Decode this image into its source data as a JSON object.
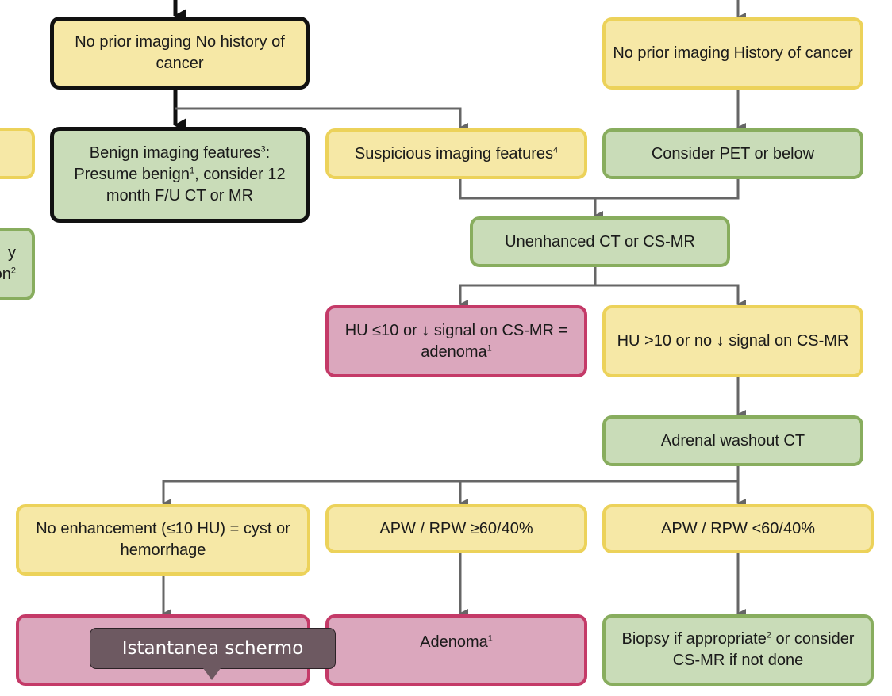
{
  "colors": {
    "yellow_fill": "#f6e8a6",
    "yellow_border": "#ecd25a",
    "green_fill": "#c9dcb8",
    "green_border": "#88ad5e",
    "pink_fill": "#dba7bd",
    "pink_border": "#c43a68",
    "connector": "#666666",
    "highlight_path": "#111111",
    "tooltip_fill": "#6d5961"
  },
  "nodes": {
    "no_prior_no_cancer": {
      "line1": "No prior imaging",
      "line2": "No history of cancer"
    },
    "no_prior_cancer": {
      "line1": "No prior imaging",
      "line2": "History of cancer"
    },
    "benign_features": {
      "line1_text": "Benign imaging features",
      "line1_sup": "3",
      "line1_after": ":",
      "line2_text": "Presume benign",
      "line2_sup": "1",
      "line2_after": ", consider 12",
      "line3": "month F/U CT or MR"
    },
    "suspicious_features": {
      "text": "Suspicious imaging features",
      "sup": "4"
    },
    "consider_pet": {
      "text": "Consider PET or below"
    },
    "unenhanced_ct": {
      "text": "Unenhanced CT or CS-MR"
    },
    "hu_le10": {
      "line1": "HU ≤10 or ↓ signal on",
      "line2_text": "CS-MR = adenoma",
      "line2_sup": "1"
    },
    "hu_gt10": {
      "line1": "HU >10 or no ↓ signal on",
      "line2": "CS-MR"
    },
    "washout_ct": {
      "text": "Adrenal washout CT"
    },
    "no_enhancement": {
      "line1": "No enhancement (≤10 HU)",
      "line2": "= cyst or hemorrhage"
    },
    "apw_ge": {
      "text": "APW / RPW ≥60/40%"
    },
    "apw_lt": {
      "text": "APW / RPW <60/40%"
    },
    "adenoma": {
      "text": "Adenoma",
      "sup": "1"
    },
    "biopsy": {
      "line1_text": "Biopsy if appropriate",
      "line1_sup": "2",
      "line1_after": " or",
      "line2": "consider CS-MR if not done"
    },
    "left_partial": {
      "line1": "y",
      "line2": "on",
      "line2_sup": "2"
    }
  },
  "tooltip": {
    "label": "Istantanea schermo"
  }
}
